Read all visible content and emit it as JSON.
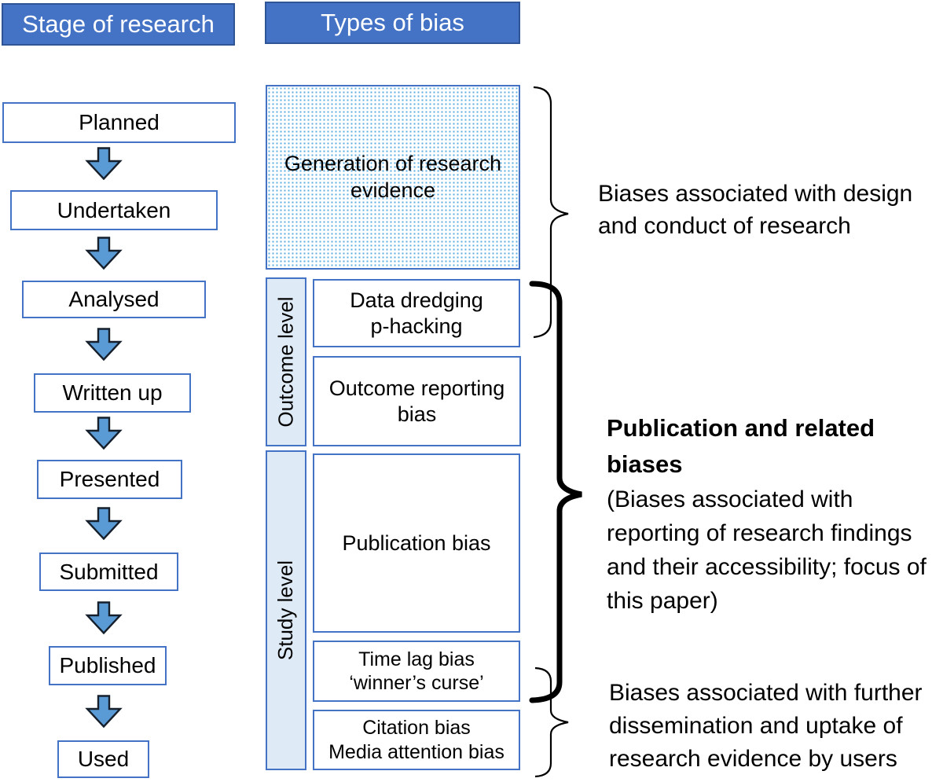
{
  "headers": {
    "stage": "Stage of research",
    "bias": "Types of bias"
  },
  "stages": [
    "Planned",
    "Undertaken",
    "Analysed",
    "Written up",
    "Presented",
    "Submitted",
    "Published",
    "Used"
  ],
  "bias_column": {
    "generation_box": "Generation of research\nevidence",
    "levels": {
      "outcome": "Outcome level",
      "study": "Study level"
    },
    "boxes": {
      "data_dredging": "Data dredging\np-hacking",
      "outcome_reporting": "Outcome reporting\nbias",
      "publication": "Publication bias",
      "time_lag": "Time lag bias\n‘winner’s curse’",
      "citation": "Citation bias\nMedia attention bias"
    }
  },
  "annotations": {
    "design": "Biases associated with design\nand conduct of research",
    "publication_title": "Publication and related\nbiases",
    "publication_body": "(Biases associated with\nreporting of research findings\nand their accessibility; focus of\nthis paper)",
    "dissemination": "Biases associated with further\ndissemination and uptake of\nresearch evidence by users"
  },
  "colors": {
    "header_fill": "#4472C4",
    "header_border": "#2F5597",
    "box_border": "#4472C4",
    "arrow_fill": "#5B9BD5",
    "arrow_outline": "#16202C",
    "level_fill": "#DEEAF6",
    "dot_color": "#5BADE0",
    "brace": "#000000",
    "text": "#000000"
  }
}
